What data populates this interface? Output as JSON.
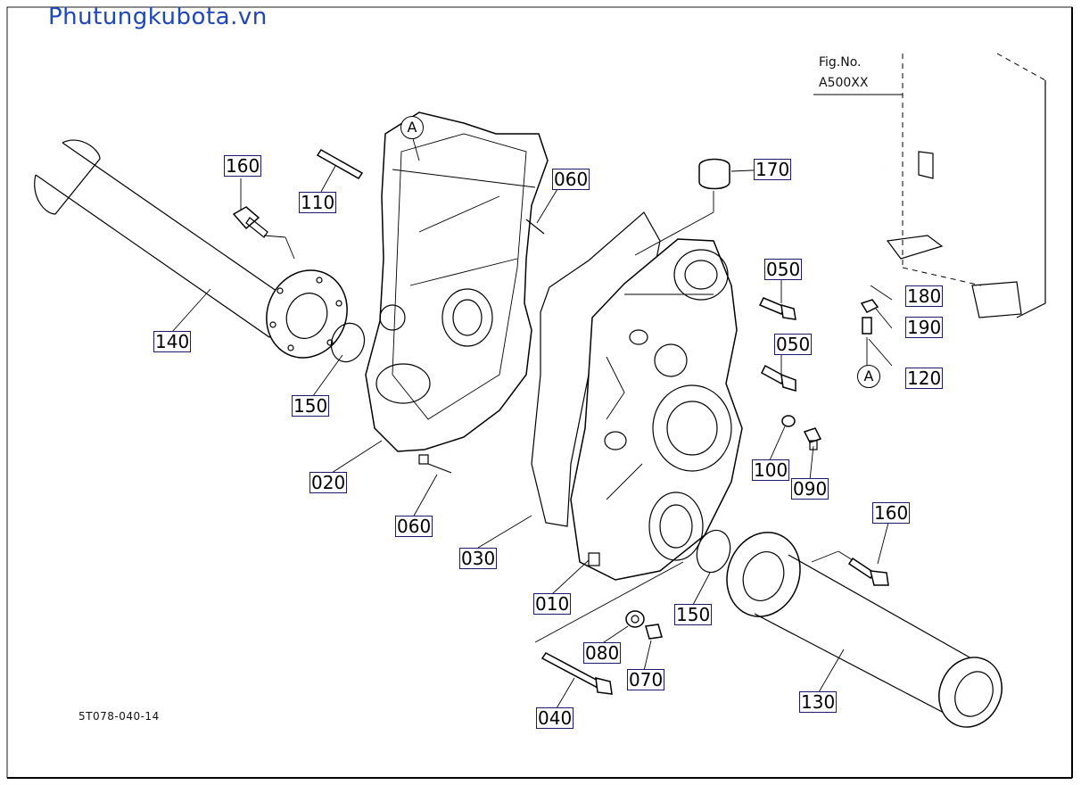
{
  "header": {
    "watermark": "Phutungkubota.vn"
  },
  "figure": {
    "fig_label": "Fig.No.",
    "fig_number": "A500XX",
    "doc_code": "5T078-040-14"
  },
  "ref_letters": [
    "A",
    "A"
  ],
  "callouts": [
    {
      "id": "c160a",
      "label": "160"
    },
    {
      "id": "c110",
      "label": "110"
    },
    {
      "id": "c060a",
      "label": "060"
    },
    {
      "id": "c170",
      "label": "170"
    },
    {
      "id": "c050a",
      "label": "050"
    },
    {
      "id": "c180",
      "label": "180"
    },
    {
      "id": "c190",
      "label": "190"
    },
    {
      "id": "c050b",
      "label": "050"
    },
    {
      "id": "c120",
      "label": "120"
    },
    {
      "id": "c140",
      "label": "140"
    },
    {
      "id": "c150a",
      "label": "150"
    },
    {
      "id": "c100",
      "label": "100"
    },
    {
      "id": "c090",
      "label": "090"
    },
    {
      "id": "c020",
      "label": "020"
    },
    {
      "id": "c060b",
      "label": "060"
    },
    {
      "id": "c160b",
      "label": "160"
    },
    {
      "id": "c030",
      "label": "030"
    },
    {
      "id": "c010",
      "label": "010"
    },
    {
      "id": "c150b",
      "label": "150"
    },
    {
      "id": "c080",
      "label": "080"
    },
    {
      "id": "c070",
      "label": "070"
    },
    {
      "id": "c040",
      "label": "040"
    },
    {
      "id": "c130",
      "label": "130"
    }
  ]
}
